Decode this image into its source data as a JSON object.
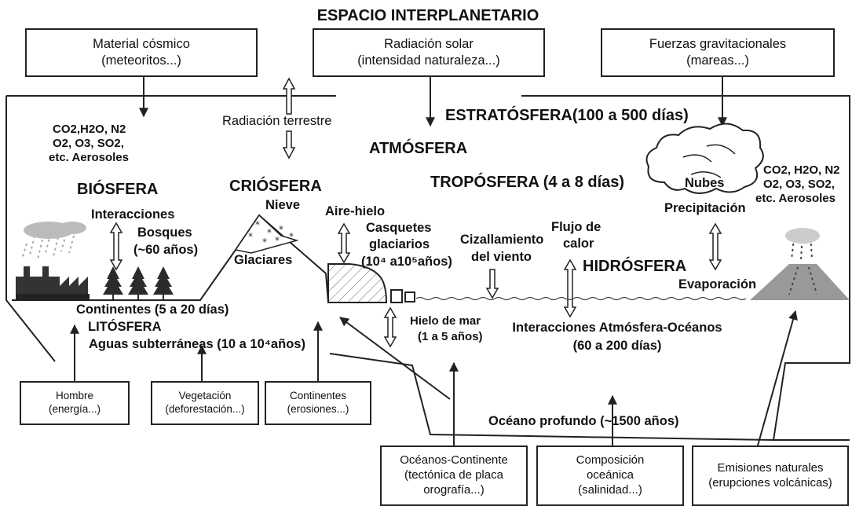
{
  "title": "ESPACIO INTERPLANETARIO",
  "top_boxes": [
    {
      "line1": "Material cósmico",
      "line2": "(meteoritos...)"
    },
    {
      "line1": "Radiación solar",
      "line2": "(intensidad naturaleza...)"
    },
    {
      "line1": "Fuerzas gravitacionales",
      "line2": "(mareas...)"
    }
  ],
  "bottom_boxes": [
    {
      "line1": "Hombre",
      "line2": "(energía...)"
    },
    {
      "line1": "Vegetación",
      "line2": "(deforestación...)"
    },
    {
      "line1": "Continentes",
      "line2": "(erosiones...)"
    },
    {
      "line1": "Océanos-Continente",
      "line2": "(tectónica de placa",
      "line3": "orografía...)"
    },
    {
      "line1": "Composición",
      "line2": "oceánica",
      "line3": "(salinidad...)"
    },
    {
      "line1": "Emisiones naturales",
      "line2": "(erupciones volcánicas)"
    }
  ],
  "labels": {
    "gases_left_1": "CO2,H2O, N2",
    "gases_left_2": "O2, O3, SO2,",
    "gases_left_3": "etc. Aerosoles",
    "radiacion_terrestre": "Radiación terrestre",
    "estratosfera": "ESTRATÓSFERA(100 a 500 días)",
    "atmosfera": "ATMÓSFERA",
    "troposfera": "TROPÓSFERA (4 a 8 días)",
    "biosfera": "BIÓSFERA",
    "criosfera": "CRIÓSFERA",
    "nieve": "Nieve",
    "aire_hielo": "Aire-hielo",
    "casquetes_1": "Casquetes",
    "casquetes_2": "glaciarios",
    "casquetes_3": "(10⁴ a10⁵años)",
    "cizallamiento_1": "Cizallamiento",
    "cizallamiento_2": "del viento",
    "flujo_1": "Flujo de",
    "flujo_2": "calor",
    "nubes": "Nubes",
    "precipitacion": "Precipitación",
    "gases_right_1": "CO2, H2O, N2",
    "gases_right_2": "O2, O3, SO2,",
    "gases_right_3": "etc. Aerosoles",
    "interacciones": "Interacciones",
    "bosques_1": "Bosques",
    "bosques_2": "(~60 años)",
    "glaciares": "Glaciares",
    "hidrosfera": "HIDRÓSFERA",
    "evaporacion": "Evaporación",
    "continentes": "Continentes (5 a 20 días)",
    "litosfera": "LITÓSFERA",
    "aguas": "Aguas subterráneas (10 a 10⁴años)",
    "hielo_mar_1": "Hielo de mar",
    "hielo_mar_2": "(1 a 5 años)",
    "interacciones_ao_1": "Interacciones Atmósfera-Océanos",
    "interacciones_ao_2": "(60 a 200 días)",
    "oceano_profundo": "Océano profundo (~1500 años)"
  }
}
